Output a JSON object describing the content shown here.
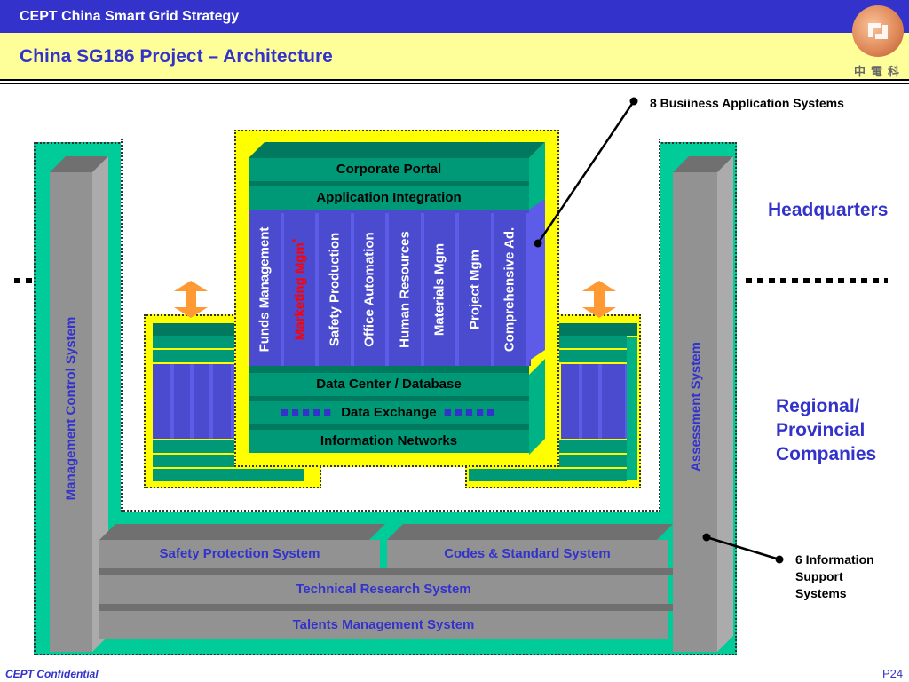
{
  "header": {
    "app_title": "CEPT China Smart Grid Strategy",
    "page_title": "China SG186 Project – Architecture",
    "logo_text": "中電科",
    "logo_icon": "company-logo-icon"
  },
  "callouts": {
    "business": "8 Busiiness Application Systems",
    "support_line1": "6 Information",
    "support_line2": "Support",
    "support_line3": "Systems"
  },
  "regions": {
    "hq": "Headquarters",
    "regional_line1": "Regional/",
    "regional_line2": "Provincial",
    "regional_line3": "Companies"
  },
  "hq_stack": {
    "top_layers": [
      "Corporate Portal",
      "Application Integration"
    ],
    "applications": [
      {
        "label": "Funds Management",
        "color": "#ffffff"
      },
      {
        "label": "Marketing Mgm",
        "color": "#ff0000",
        "note": "*"
      },
      {
        "label": "Safety Production",
        "color": "#ffffff"
      },
      {
        "label": "Office Automation",
        "color": "#ffffff"
      },
      {
        "label": "Human Resources",
        "color": "#ffffff"
      },
      {
        "label": "Materials Mgm",
        "color": "#ffffff"
      },
      {
        "label": "Project Mgm",
        "color": "#ffffff"
      },
      {
        "label": "Comprehensive Ad.",
        "color": "#ffffff"
      }
    ],
    "bottom_layers": [
      "Data Center / Database",
      "Data Exchange",
      "Information Networks"
    ]
  },
  "pillars": {
    "left": "Management Control System",
    "right": "Assessment System"
  },
  "support_layers": {
    "row1_left": "Safety Protection System",
    "row1_right": "Codes & Standard System",
    "row2": "Technical Research System",
    "row3": "Talents Management System"
  },
  "footer": {
    "left": "CEPT Confidential",
    "right": "P24"
  },
  "colors": {
    "brand_blue": "#3333cc",
    "title_bg": "#ffff99",
    "teal": "#00cc99",
    "slab_green": "#009977",
    "app_blue": "#4b4bd0",
    "highlight_yellow": "#ffff00",
    "arrow_orange": "#ff9933"
  }
}
